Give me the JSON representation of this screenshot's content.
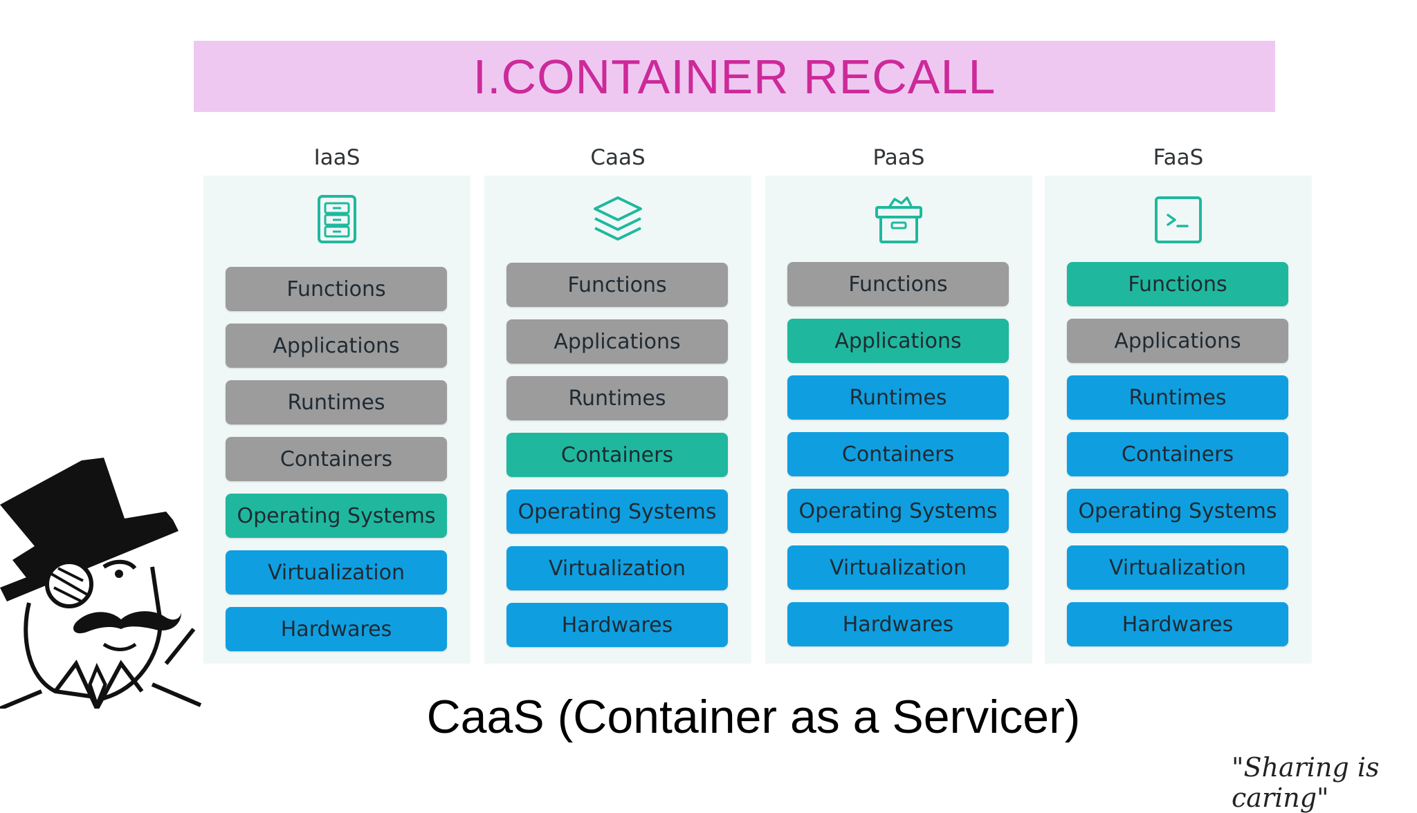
{
  "title": "I.CONTAINER RECALL",
  "columns": [
    {
      "label": "IaaS",
      "icon": "cabinet-icon",
      "layers": [
        {
          "text": "Functions",
          "color": "gray"
        },
        {
          "text": "Applications",
          "color": "gray"
        },
        {
          "text": "Runtimes",
          "color": "gray"
        },
        {
          "text": "Containers",
          "color": "gray"
        },
        {
          "text": "Operating Systems",
          "color": "green"
        },
        {
          "text": "Virtualization",
          "color": "blue"
        },
        {
          "text": "Hardwares",
          "color": "blue"
        }
      ]
    },
    {
      "label": "CaaS",
      "icon": "layers-icon",
      "layers": [
        {
          "text": "Functions",
          "color": "gray"
        },
        {
          "text": "Applications",
          "color": "gray"
        },
        {
          "text": "Runtimes",
          "color": "gray"
        },
        {
          "text": "Containers",
          "color": "green"
        },
        {
          "text": "Operating Systems",
          "color": "blue"
        },
        {
          "text": "Virtualization",
          "color": "blue"
        },
        {
          "text": "Hardwares",
          "color": "blue"
        }
      ]
    },
    {
      "label": "PaaS",
      "icon": "box-icon",
      "layers": [
        {
          "text": "Functions",
          "color": "gray"
        },
        {
          "text": "Applications",
          "color": "green"
        },
        {
          "text": "Runtimes",
          "color": "blue"
        },
        {
          "text": "Containers",
          "color": "blue"
        },
        {
          "text": "Operating Systems",
          "color": "blue"
        },
        {
          "text": "Virtualization",
          "color": "blue"
        },
        {
          "text": "Hardwares",
          "color": "blue"
        }
      ]
    },
    {
      "label": "FaaS",
      "icon": "terminal-icon",
      "layers": [
        {
          "text": "Functions",
          "color": "green"
        },
        {
          "text": "Applications",
          "color": "gray"
        },
        {
          "text": "Runtimes",
          "color": "blue"
        },
        {
          "text": "Containers",
          "color": "blue"
        },
        {
          "text": "Operating Systems",
          "color": "blue"
        },
        {
          "text": "Virtualization",
          "color": "blue"
        },
        {
          "text": "Hardwares",
          "color": "blue"
        }
      ]
    }
  ],
  "caption": "CaaS (Container as a Servicer)",
  "signature": "\"Sharing is caring\"",
  "colors": {
    "gray": "#9c9c9c",
    "green": "#1fb89e",
    "blue": "#0f9fe0",
    "title_bg": "#efc8f2",
    "title_text": "#cc2a99",
    "icon_stroke": "#1fb89e"
  }
}
